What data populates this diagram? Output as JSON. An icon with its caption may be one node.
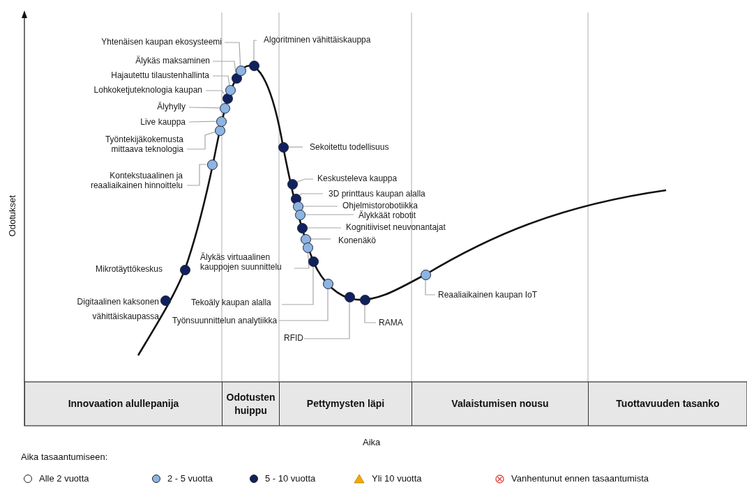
{
  "diagram": {
    "nodes": [
      {
        "text": [
          "Yhtenäisen kaupan ekosysteemi"
        ]
      },
      {
        "text": [
          "Algoritminen vähittäiskauppa"
        ]
      },
      {
        "text": [
          "Älykäs maksaminen"
        ]
      },
      {
        "text": [
          "Hajautettu tilaustenhallinta"
        ]
      },
      {
        "text": [
          "Lohkoketjuteknologia kaupan"
        ]
      },
      {
        "text": [
          "Älyhylly"
        ]
      },
      {
        "text": [
          "Live kauppa"
        ]
      },
      {
        "text": [
          "Työntekijäkokemusta mittaava teknologia"
        ]
      },
      {
        "text": [
          "Sekoitettu todellisuus"
        ]
      },
      {
        "text": [
          "Kontekstuaalinen ja reaaliaikainen hinnoittelu"
        ]
      },
      {
        "text": [
          "Keskusteleva kauppa"
        ]
      },
      {
        "text": [
          "3D printtaus kaupan alalla"
        ]
      },
      {
        "text": [
          "Ohjelmistorobotiikka"
        ]
      },
      {
        "text": [
          "Älykkäät robotit"
        ]
      },
      {
        "text": [
          "Kognitiiviset neuvonantajat"
        ]
      },
      {
        "text": [
          "Konenäkö"
        ]
      },
      {
        "text": [
          "Älykäs virtuaalinen kauppojen suunnittelu"
        ]
      },
      {
        "text": [
          "Reaaliaikainen kaupan IoT"
        ]
      },
      {
        "text": [
          "Tekoäly kaupan alalla"
        ]
      },
      {
        "text": [
          "Työnsuunnittelun analytiikka"
        ]
      },
      {
        "text": [
          "RAMA"
        ]
      },
      {
        "text": [
          "RFID"
        ]
      },
      {
        "text": [],
        "shape": "circle",
        "beside": [
          "Digitaalinen kaksonen vähittäiskaupassa"
        ]
      },
      {
        "text": [],
        "shape": "circle",
        "beside": [
          "Mikrotäyttökeskus"
        ]
      },
      {
        "text": [],
        "shape": "circle"
      },
      {
        "text": [],
        "shape": "circle"
      },
      {
        "text": [],
        "shape": "circle"
      },
      {
        "text": [],
        "shape": "circle"
      },
      {
        "text": [],
        "shape": "circle"
      },
      {
        "text": [],
        "shape": "circle"
      },
      {
        "text": [],
        "shape": "circle"
      },
      {
        "text": [],
        "shape": "circle"
      },
      {
        "text": [],
        "shape": "circle"
      },
      {
        "text": [],
        "shape": "circle"
      },
      {
        "text": [],
        "shape": "circle"
      },
      {
        "text": [],
        "shape": "circle"
      },
      {
        "text": [],
        "shape": "circle"
      },
      {
        "text": [],
        "shape": "circle"
      },
      {
        "text": [],
        "shape": "circle"
      },
      {
        "text": [],
        "shape": "circle"
      },
      {
        "text": [],
        "shape": "circle"
      },
      {
        "text": [],
        "shape": "circle"
      },
      {
        "text": [],
        "shape": "circle"
      },
      {
        "text": [],
        "shape": "circle"
      },
      {
        "text": [],
        "shape": "circle"
      },
      {
        "text": [],
        "shape": "circle"
      },
      {
        "text": [
          "Innovaation alullepanija"
        ]
      },
      {
        "text": [
          "Odotusten huippu"
        ]
      },
      {
        "text": [
          "Pettymysten läpi"
        ]
      },
      {
        "text": [
          "Valaistumisen nousu"
        ]
      },
      {
        "text": [
          "Tuottavuuden tasanko"
        ]
      }
    ],
    "edges": [
      {
        "from": 0,
        "to": 31,
        "arrow": "none"
      },
      {
        "from": 1,
        "to": 32,
        "arrow": "none"
      },
      {
        "from": 2,
        "to": 30,
        "arrow": "none"
      },
      {
        "from": 3,
        "to": 29,
        "arrow": "none"
      },
      {
        "from": 4,
        "to": 28,
        "arrow": "none"
      },
      {
        "from": 5,
        "to": 27,
        "arrow": "none"
      },
      {
        "from": 6,
        "to": 26,
        "arrow": "none"
      },
      {
        "from": 7,
        "to": 25,
        "arrow": "none"
      },
      {
        "from": 8,
        "to": 33,
        "arrow": "none"
      },
      {
        "from": 9,
        "to": 24,
        "arrow": "none"
      },
      {
        "from": 10,
        "to": 34,
        "arrow": "none"
      },
      {
        "from": 11,
        "to": 35,
        "arrow": "none"
      },
      {
        "from": 12,
        "to": 36,
        "arrow": "none"
      },
      {
        "from": 13,
        "to": 37,
        "arrow": "none"
      },
      {
        "from": 14,
        "to": 38,
        "arrow": "none"
      },
      {
        "from": 15,
        "to": 39,
        "arrow": "none"
      },
      {
        "from": 16,
        "to": 40,
        "arrow": "none"
      },
      {
        "from": 17,
        "to": 45,
        "arrow": "none"
      },
      {
        "from": 18,
        "to": 41,
        "arrow": "none"
      },
      {
        "from": 19,
        "to": 42,
        "arrow": "none"
      },
      {
        "from": 20,
        "to": 44,
        "arrow": "none"
      },
      {
        "from": 21,
        "to": 43,
        "arrow": "none"
      }
    ],
    "labels": [
      "Odotukset",
      "Aika",
      "Aika tasaantumiseen:"
    ],
    "legend": [
      {
        "text": "Alle 2 vuotta",
        "color": "#ffffff"
      },
      {
        "text": "2 - 5 vuotta",
        "color": "#8db4e2"
      },
      {
        "text": "5 - 10 vuotta",
        "color": "#10215e"
      },
      {
        "text": "Yli 10 vuotta"
      },
      {
        "text": "Vanhentunut ennen tasaantumista"
      }
    ]
  }
}
